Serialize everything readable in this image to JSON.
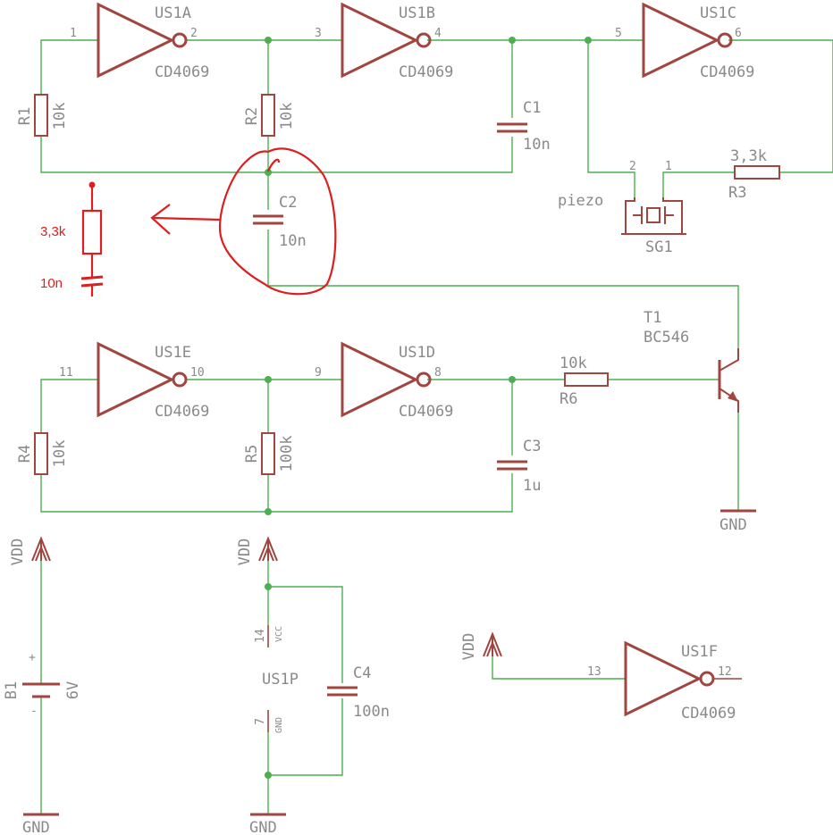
{
  "parts": {
    "us1a": {
      "name": "US1A",
      "value": "CD4069",
      "pin_in": "1",
      "pin_out": "2"
    },
    "us1b": {
      "name": "US1B",
      "value": "CD4069",
      "pin_in": "3",
      "pin_out": "4"
    },
    "us1c": {
      "name": "US1C",
      "value": "CD4069",
      "pin_in": "5",
      "pin_out": "6"
    },
    "us1d": {
      "name": "US1D",
      "value": "CD4069",
      "pin_in": "9",
      "pin_out": "8"
    },
    "us1e": {
      "name": "US1E",
      "value": "CD4069",
      "pin_in": "11",
      "pin_out": "10"
    },
    "us1f": {
      "name": "US1F",
      "value": "CD4069",
      "pin_in": "13",
      "pin_out": "12"
    },
    "r1": {
      "name": "R1",
      "value": "10k"
    },
    "r2": {
      "name": "R2",
      "value": "10k"
    },
    "r3": {
      "name": "R3",
      "value": "3,3k"
    },
    "r4": {
      "name": "R4",
      "value": "10k"
    },
    "r5": {
      "name": "R5",
      "value": "100k"
    },
    "r6": {
      "name": "R6",
      "value": "10k"
    },
    "c1": {
      "name": "C1",
      "value": "10n"
    },
    "c2": {
      "name": "C2",
      "value": "10n"
    },
    "c3": {
      "name": "C3",
      "value": "1u"
    },
    "c4": {
      "name": "C4",
      "value": "100n"
    },
    "t1": {
      "name": "T1",
      "value": "BC546"
    },
    "sg1": {
      "name": "SG1",
      "value": "piezo",
      "pin1": "1",
      "pin2": "2"
    },
    "b1": {
      "name": "B1",
      "value": "6V",
      "plus": "+",
      "minus": "-"
    },
    "us1p": {
      "name": "US1P",
      "pin_vcc": "14",
      "vcc": "VCC",
      "pin_gnd": "7",
      "gnd": "GND"
    }
  },
  "supplies": {
    "vdd": "VDD",
    "gnd": "GND"
  },
  "annotation": {
    "resistor_value": "3,3k",
    "capacitor_value": "10n"
  },
  "colors": {
    "wire": "#4caf50",
    "component": "#a0453f",
    "label": "#8a8a8a",
    "annotation": "#dd1f1f"
  }
}
